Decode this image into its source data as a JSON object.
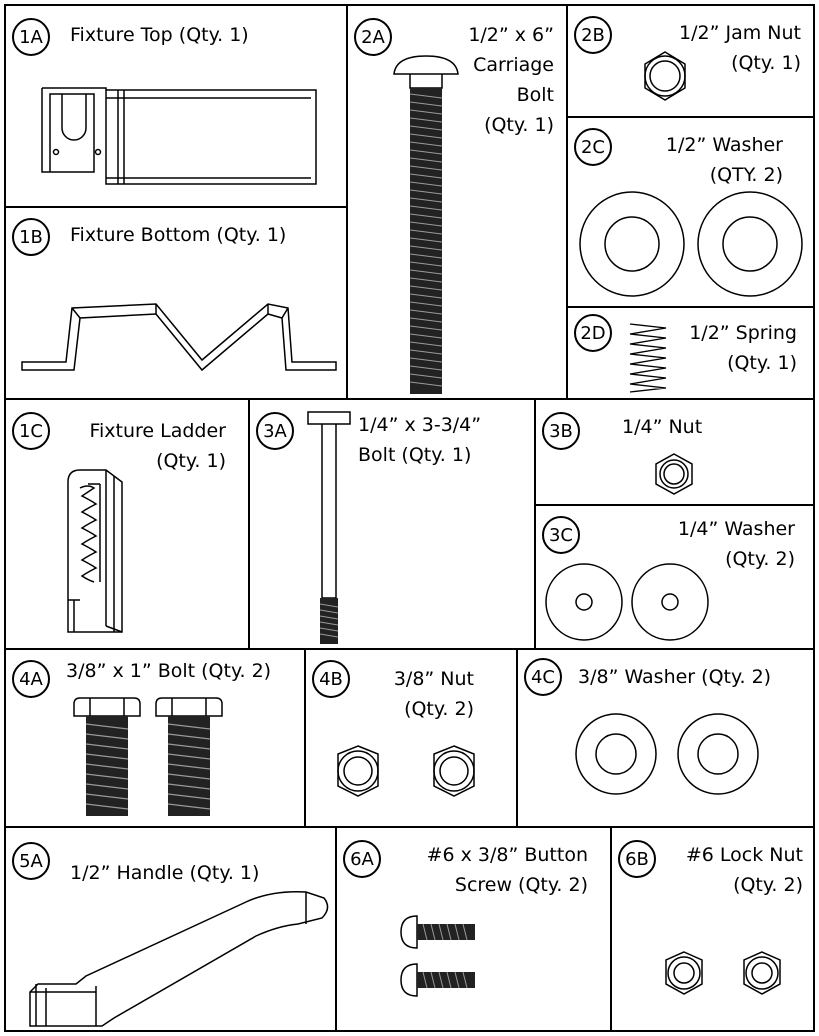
{
  "parts": {
    "p1A": {
      "id": "1A",
      "line1": "Fixture Top (Qty. 1)"
    },
    "p1B": {
      "id": "1B",
      "line1": "Fixture Bottom (Qty. 1)"
    },
    "p2A": {
      "id": "2A",
      "line1": "1/2” x 6”",
      "line2": "Carriage",
      "line3": "Bolt",
      "line4": "(Qty. 1)"
    },
    "p2B": {
      "id": "2B",
      "line1": "1/2” Jam Nut",
      "line2": "(Qty. 1)"
    },
    "p2C": {
      "id": "2C",
      "line1": "1/2” Washer",
      "line2": "(QTY. 2)"
    },
    "p2D": {
      "id": "2D",
      "line1": "1/2” Spring",
      "line2": "(Qty. 1)"
    },
    "p1C": {
      "id": "1C",
      "line1": "Fixture Ladder",
      "line2": "(Qty. 1)"
    },
    "p3A": {
      "id": "3A",
      "line1": "1/4” x 3-3/4”",
      "line2": "Bolt (Qty. 1)"
    },
    "p3B": {
      "id": "3B",
      "line1": "1/4” Nut"
    },
    "p3C": {
      "id": "3C",
      "line1": "1/4” Washer",
      "line2": "(Qty. 2)"
    },
    "p4A": {
      "id": "4A",
      "line1": "3/8” x 1” Bolt (Qty. 2)"
    },
    "p4B": {
      "id": "4B",
      "line1": "3/8” Nut",
      "line2": "(Qty. 2)"
    },
    "p4C": {
      "id": "4C",
      "line1": "3/8” Washer (Qty. 2)"
    },
    "p5A": {
      "id": "5A",
      "line1": "1/2” Handle (Qty. 1)"
    },
    "p6A": {
      "id": "6A",
      "line1": "#6 x 3/8” Button",
      "line2": "Screw (Qty. 2)"
    },
    "p6B": {
      "id": "6B",
      "line1": "#6 Lock Nut",
      "line2": "(Qty. 2)"
    }
  }
}
